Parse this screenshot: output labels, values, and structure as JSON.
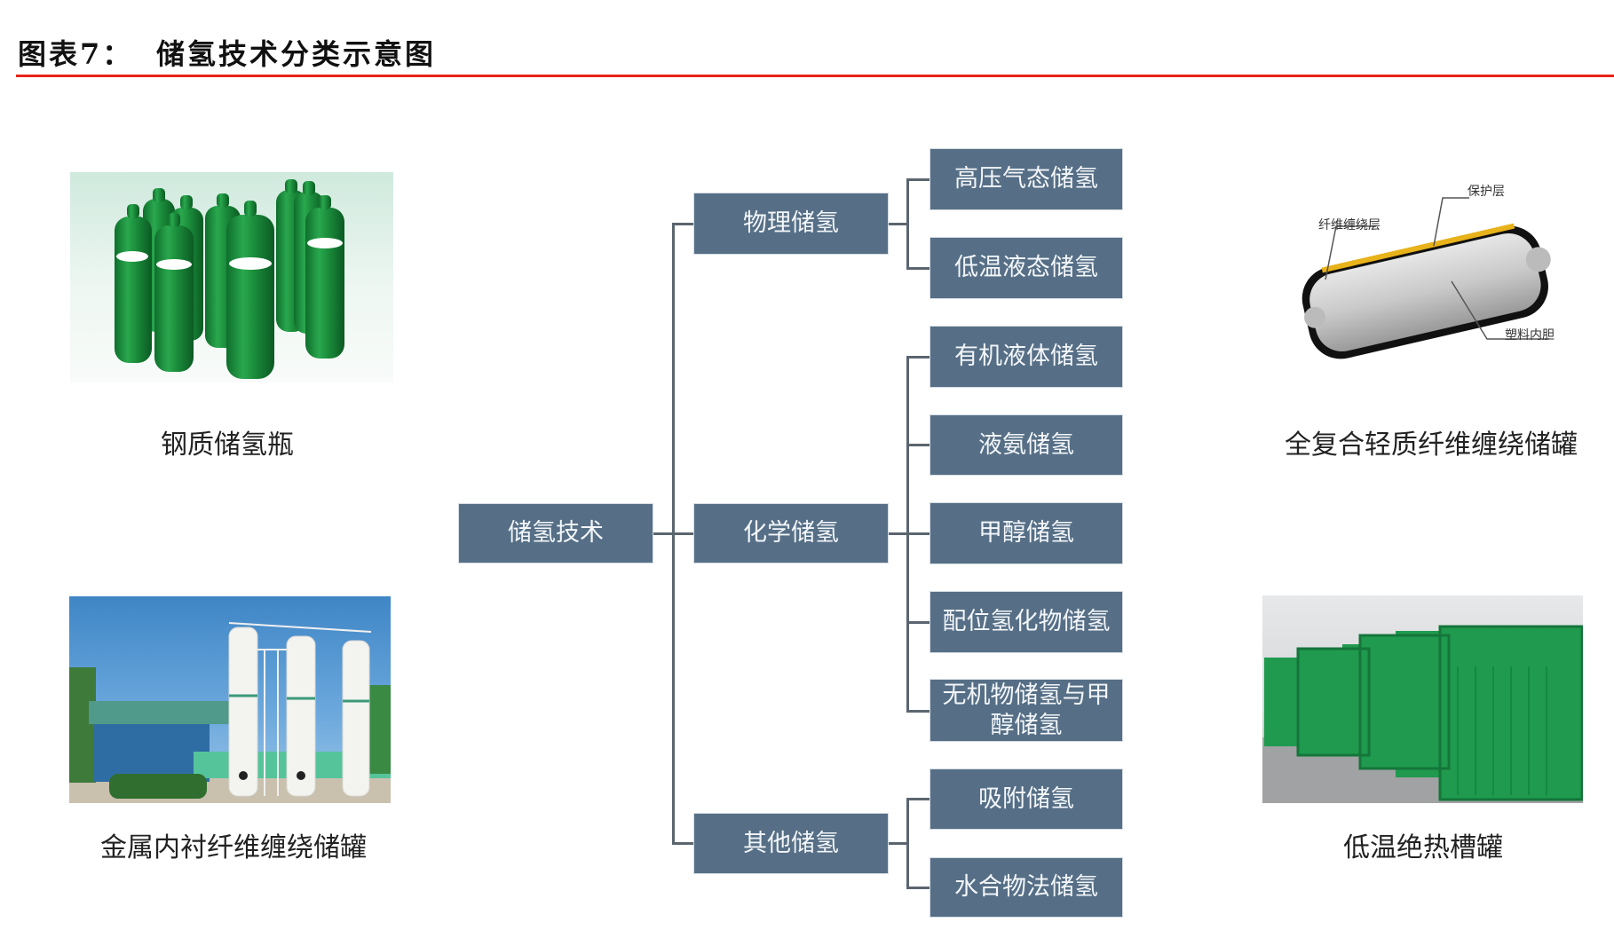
{
  "header": {
    "figure_label": "图表7：",
    "title": "储氢技术分类示意图",
    "accent_color": "#e8231a"
  },
  "diagram": {
    "node_color": "#566f86",
    "root": {
      "label": "储氢技术"
    },
    "branches": [
      {
        "label": "物理储氢",
        "children": [
          "高压气态储氢",
          "低温液态储氢"
        ]
      },
      {
        "label": "化学储氢",
        "children": [
          "有机液体储氢",
          "液氨储氢",
          "甲醇储氢",
          "配位氢化物储氢",
          "无机物储氢与甲醇储氢"
        ]
      },
      {
        "label": "其他储氢",
        "children": [
          "吸附储氢",
          "水合物法储氢"
        ]
      }
    ]
  },
  "photos": [
    {
      "caption": "钢质储氢瓶",
      "image": "green-gas-cylinders"
    },
    {
      "caption": "全复合轻质纤维缠绕储罐",
      "image": "composite-tank-cutaway",
      "annotations": [
        "保护层",
        "纤维缠绕层",
        "塑料内胆"
      ]
    },
    {
      "caption": "金属内衬纤维缠绕储罐",
      "image": "white-storage-towers"
    },
    {
      "caption": "低温绝热槽罐",
      "image": "green-cylinder-racks"
    }
  ]
}
